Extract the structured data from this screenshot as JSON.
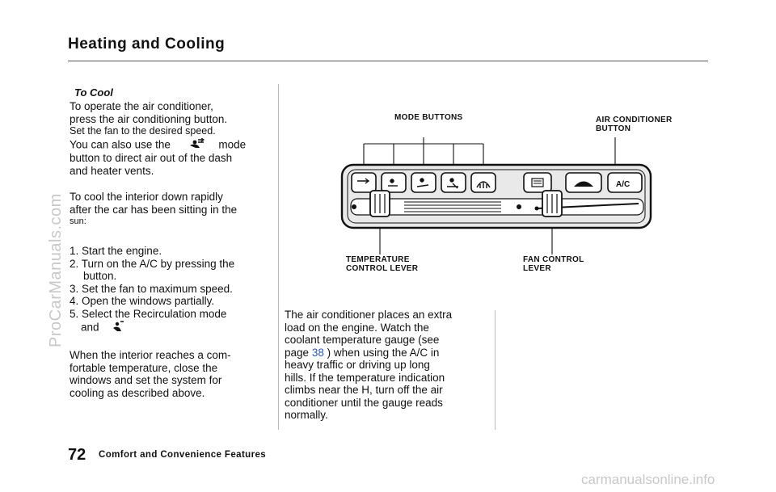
{
  "header": {
    "title": "Heating and  Cooling"
  },
  "left": {
    "subhead": "To Cool",
    "p1": {
      "line1": "To operate the air conditioner,",
      "line2": "press the air conditioning button.",
      "line3": "Set the fan to the desired speed.",
      "line4a": "You can also use the",
      "line4b": "mode",
      "line5": "button to direct air out of the dash",
      "line6": "and heater vents."
    },
    "p2": {
      "line1": "To cool the interior down rapidly",
      "line2": "after the car has been sitting in the",
      "line3": "sun:"
    },
    "steps": [
      "1. Start the engine.",
      "2. Turn on the A/C by pressing the",
      "button.",
      "3. Set the fan to maximum speed.",
      "4. Open the windows partially.",
      "5. Select the Recirculation mode",
      "and"
    ],
    "p3": {
      "line1": "When the interior reaches a com-",
      "line2": "fortable temperature, close the",
      "line3": "windows and set the system for",
      "line4": "cooling as described above."
    }
  },
  "right": {
    "p4": {
      "line1": "The air conditioner places an extra",
      "line2": "load on the engine. Watch the",
      "line3": "coolant temperature gauge (see",
      "line4a": "page",
      "page_ref": "38",
      "line4b": ") when using the A/C in",
      "line5": "heavy traffic or driving up long",
      "line6": "hills. If the temperature indication",
      "line7": "climbs near the H, turn off the air",
      "line8": "conditioner until the gauge reads",
      "line9": "normally."
    }
  },
  "diagram": {
    "mode_buttons_label": "MODE  BUTTONS",
    "ac_label_1": "AIR CONDITIONER",
    "ac_label_2": "BUTTON",
    "temp_label_1": "TEMPERATURE",
    "temp_label_2": "CONTROL  LEVER",
    "fan_label_1": "FAN  CONTROL",
    "fan_label_2": "LEVER",
    "ac_button_text": "A/C"
  },
  "footer": {
    "page_number": "72",
    "section": "Comfort and Convenience Features"
  },
  "watermarks": {
    "side": "ProCarManuals.com",
    "bottom": "carmanualsonline.info"
  }
}
